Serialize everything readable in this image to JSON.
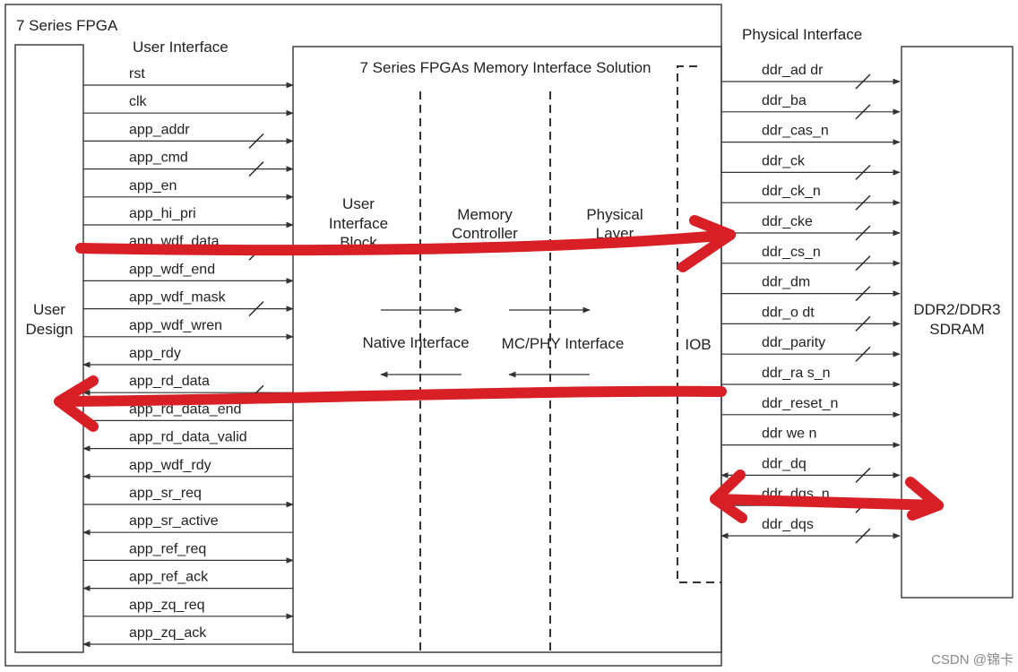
{
  "outer_label": "7 Series FPGA",
  "user_interface_label": "User Interface",
  "physical_interface_label": "Physical Interface",
  "solution_title": "7 Series FPGAs Memory Interface Solution",
  "user_design": [
    "User",
    "Design"
  ],
  "sdram": [
    "DDR2/DDR3",
    "SDRAM"
  ],
  "blocks": {
    "uib": [
      "User",
      "Interface",
      "Block"
    ],
    "mc": [
      "Memory",
      "Controller"
    ],
    "phy": [
      "Physical",
      "Layer"
    ],
    "iob": "IOB"
  },
  "interfaces": {
    "native": "Native Interface",
    "mcphy": "MC/PHY Interface"
  },
  "user_signals": [
    {
      "name": "rst",
      "dir": "in",
      "bus": false
    },
    {
      "name": "clk",
      "dir": "in",
      "bus": false
    },
    {
      "name": "app_addr",
      "dir": "in",
      "bus": true
    },
    {
      "name": "app_cmd",
      "dir": "in",
      "bus": true
    },
    {
      "name": "app_en",
      "dir": "in",
      "bus": false
    },
    {
      "name": "app_hi_pri",
      "dir": "in",
      "bus": false
    },
    {
      "name": "app_wdf_data",
      "dir": "in",
      "bus": true
    },
    {
      "name": "app_wdf_end",
      "dir": "in",
      "bus": false
    },
    {
      "name": "app_wdf_mask",
      "dir": "in",
      "bus": true
    },
    {
      "name": "app_wdf_wren",
      "dir": "in",
      "bus": false
    },
    {
      "name": "app_rdy",
      "dir": "out",
      "bus": false
    },
    {
      "name": "app_rd_data",
      "dir": "out",
      "bus": true
    },
    {
      "name": "app_rd_data_end",
      "dir": "out",
      "bus": false
    },
    {
      "name": "app_rd_data_valid",
      "dir": "out",
      "bus": false
    },
    {
      "name": "app_wdf_rdy",
      "dir": "out",
      "bus": false
    },
    {
      "name": "app_sr_req",
      "dir": "in",
      "bus": false
    },
    {
      "name": "app_sr_active",
      "dir": "out",
      "bus": false
    },
    {
      "name": "app_ref_req",
      "dir": "in",
      "bus": false
    },
    {
      "name": "app_ref_ack",
      "dir": "out",
      "bus": false
    },
    {
      "name": "app_zq_req",
      "dir": "in",
      "bus": false
    },
    {
      "name": "app_zq_ack",
      "dir": "out",
      "bus": false
    }
  ],
  "phy_signals": [
    {
      "name": "ddr_ad dr",
      "dir": "out",
      "bus": true
    },
    {
      "name": "ddr_ba",
      "dir": "out",
      "bus": true
    },
    {
      "name": "ddr_cas_n",
      "dir": "out",
      "bus": false
    },
    {
      "name": "ddr_ck",
      "dir": "out",
      "bus": true
    },
    {
      "name": "ddr_ck_n",
      "dir": "out",
      "bus": true
    },
    {
      "name": "ddr_cke",
      "dir": "out",
      "bus": true
    },
    {
      "name": "ddr_cs_n",
      "dir": "out",
      "bus": true
    },
    {
      "name": "ddr_dm",
      "dir": "out",
      "bus": true
    },
    {
      "name": "ddr_o dt",
      "dir": "out",
      "bus": true
    },
    {
      "name": "ddr_parity",
      "dir": "out",
      "bus": true
    },
    {
      "name": "ddr_ra s_n",
      "dir": "out",
      "bus": false
    },
    {
      "name": "ddr_reset_n",
      "dir": "out",
      "bus": false
    },
    {
      "name": "ddr we n",
      "dir": "out",
      "bus": false
    },
    {
      "name": "ddr_dq",
      "dir": "bi",
      "bus": true
    },
    {
      "name": "ddr_dqs_n",
      "dir": "bi",
      "bus": true
    },
    {
      "name": "ddr_dqs",
      "dir": "bi",
      "bus": true
    }
  ],
  "watermark": "CSDN @锦卡",
  "colors": {
    "line": "#333333",
    "annotation": "#d81f26"
  }
}
